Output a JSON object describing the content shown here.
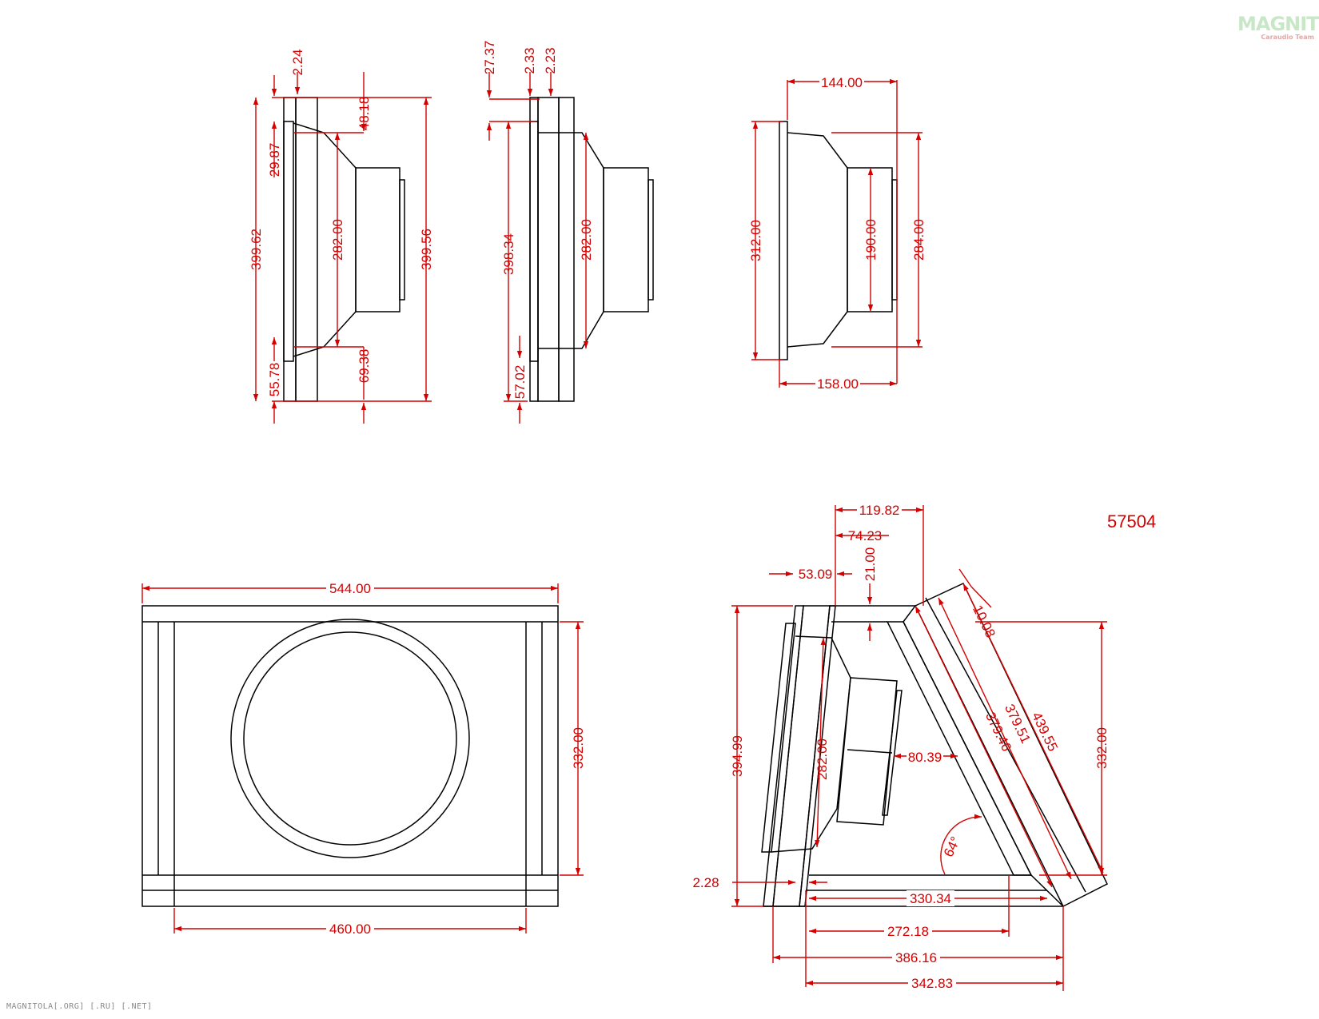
{
  "logo": {
    "text": "MAGNITOLA",
    "subtitle": "Caraudio Team"
  },
  "drawing_id": "57504",
  "footer": "MAGNITOLA[.ORG] [.RU] [.NET]",
  "colors": {
    "outline": "#000000",
    "dimension": "#d40000",
    "background": "#ffffff"
  },
  "views": {
    "side_a": {
      "d1": "2.24",
      "d2": "48.18",
      "d3": "29.87",
      "d4": "399.62",
      "d5": "282.00",
      "d6": "399.56",
      "d7": "55.78",
      "d8": "69.38"
    },
    "side_b": {
      "d1": "27.37",
      "d2": "2.33",
      "d3": "2.23",
      "d4": "398.34",
      "d5": "282.00",
      "d6": "57.02"
    },
    "side_c": {
      "d1": "144.00",
      "d2": "312.00",
      "d3": "190.00",
      "d4": "284.00",
      "d5": "158.00"
    },
    "front": {
      "width_outer": "544.00",
      "height": "332.00",
      "width_inner": "460.00"
    },
    "section": {
      "d1": "119.82",
      "d2": "74.23",
      "d3": "53.09",
      "d4": "21.00",
      "d5": "10.08",
      "d6": "394.99",
      "d7": "282.00",
      "d8": "80.39",
      "d9": "379.51",
      "d10": "379.46",
      "d11": "439.55",
      "d12": "332.00",
      "d13": "64°",
      "d14": "2.28",
      "d15": "330.34",
      "d16": "272.18",
      "d17": "386.16",
      "d18": "342.83"
    }
  }
}
